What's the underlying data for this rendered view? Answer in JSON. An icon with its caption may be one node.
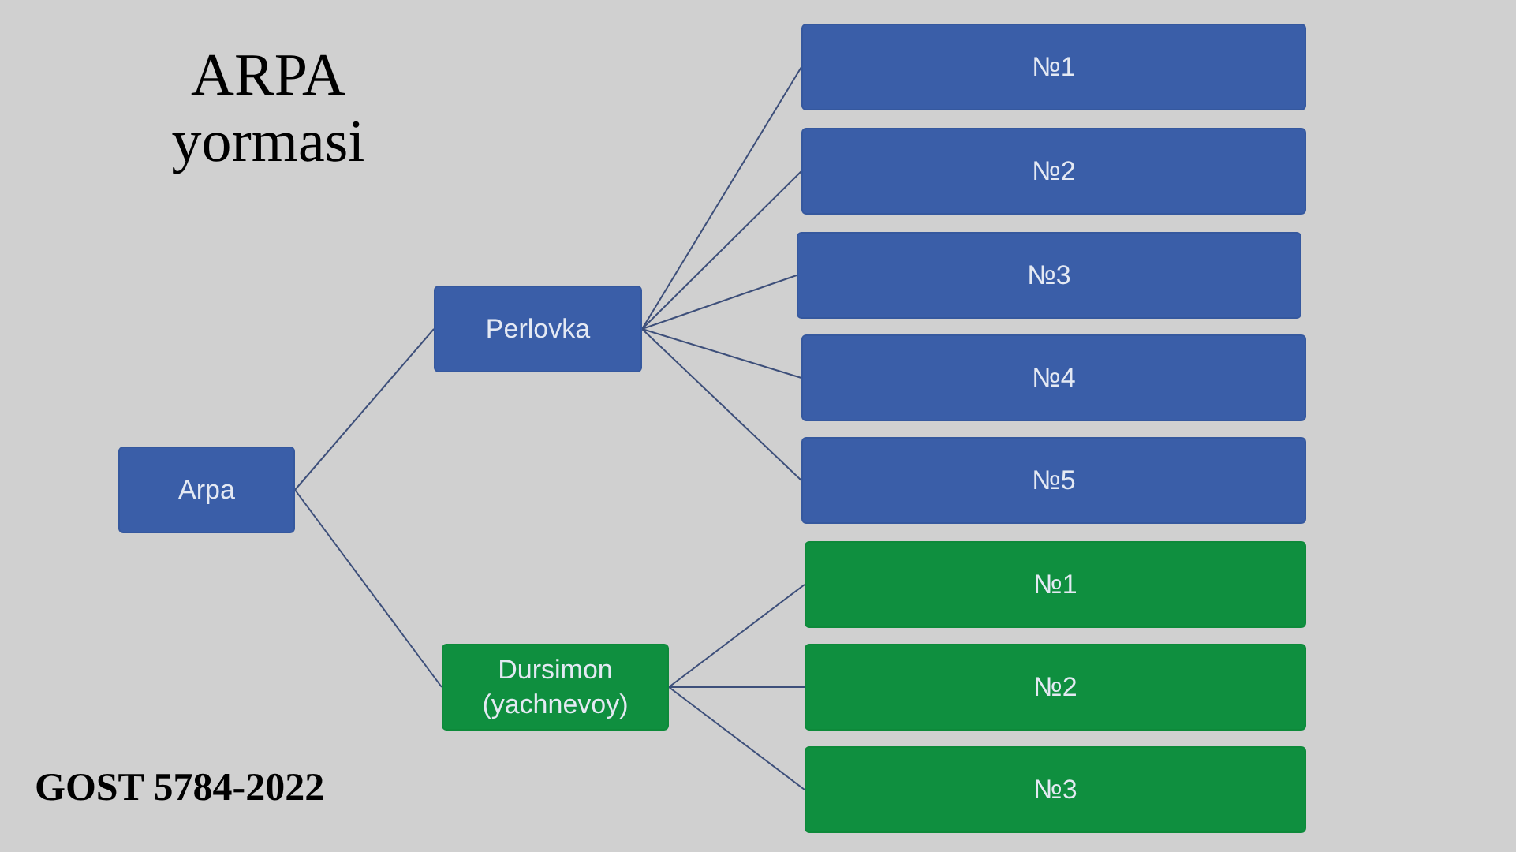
{
  "diagram": {
    "title": "ARPA yormasi",
    "nodes": [
      {
        "text": [
          "Arpa"
        ]
      },
      {
        "text": [
          "Perlovka"
        ]
      },
      {
        "text": [
          "№1"
        ]
      },
      {
        "text": [
          "№2"
        ]
      },
      {
        "text": [
          "№3"
        ]
      },
      {
        "text": [
          "№4"
        ]
      },
      {
        "text": [
          "№5"
        ]
      },
      {
        "text": [
          "Dursimon (yachnevoy)"
        ]
      },
      {
        "text": [
          "№1"
        ]
      },
      {
        "text": [
          "№2"
        ]
      },
      {
        "text": [
          "№3"
        ]
      }
    ],
    "edges": [
      {
        "from": 0,
        "to": 1,
        "arrow": "none"
      },
      {
        "from": 0,
        "to": 7,
        "arrow": "none"
      },
      {
        "from": 1,
        "to": 2,
        "arrow": "none"
      },
      {
        "from": 1,
        "to": 3,
        "arrow": "none"
      },
      {
        "from": 1,
        "to": 4,
        "arrow": "none"
      },
      {
        "from": 1,
        "to": 5,
        "arrow": "none"
      },
      {
        "from": 1,
        "to": 6,
        "arrow": "none"
      },
      {
        "from": 7,
        "to": 8,
        "arrow": "none"
      },
      {
        "from": 7,
        "to": 9,
        "arrow": "none"
      },
      {
        "from": 7,
        "to": 10,
        "arrow": "none"
      }
    ],
    "labels": [
      "GOST 5784-2022"
    ]
  }
}
